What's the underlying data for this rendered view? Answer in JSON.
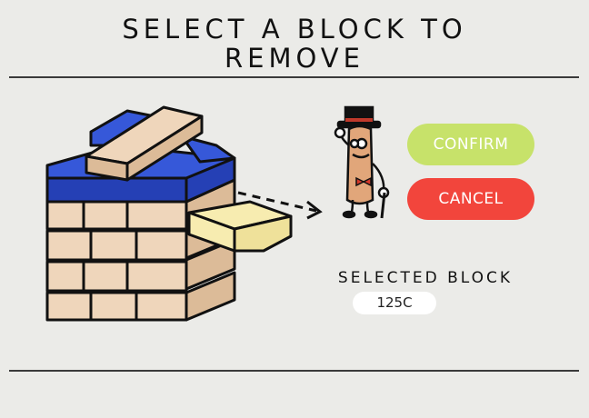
{
  "header": {
    "title_line1": "SELECT A BLOCK TO",
    "title_line2": "REMOVE"
  },
  "actions": {
    "confirm_label": "CONFIRM",
    "cancel_label": "CANCEL"
  },
  "selection": {
    "label": "SELECTED BLOCK",
    "value": "125C"
  },
  "colors": {
    "wood": "#efd6bb",
    "wood_side": "#dcbb98",
    "blue_top": "#3658d9",
    "blue_side": "#2540b5",
    "selected_block": "#f7ecb0",
    "confirm": "#c7e26a",
    "cancel": "#f2453c",
    "background": "#ebebe8"
  },
  "icons": {
    "mascot": "top-hat-peanut-mascot-icon",
    "arrow": "dashed-arrow-icon"
  }
}
